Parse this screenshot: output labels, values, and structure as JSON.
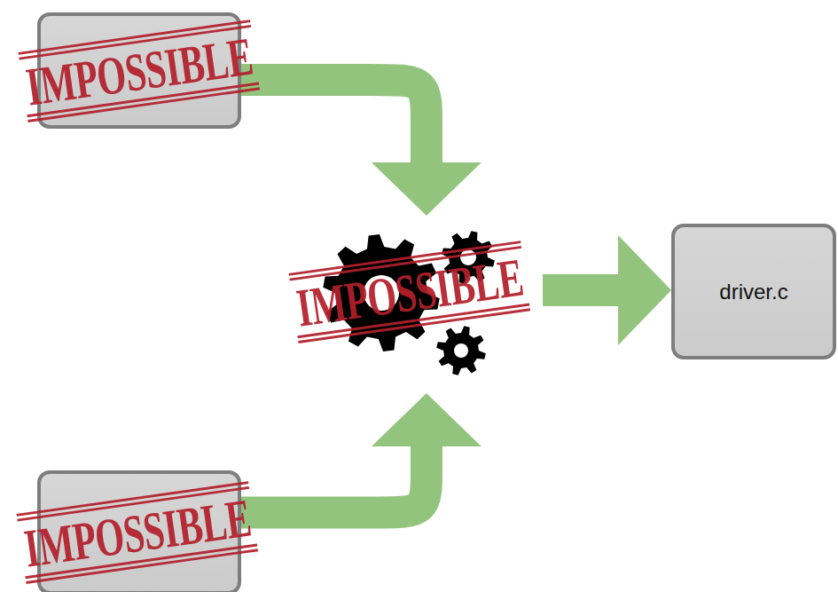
{
  "diagram": {
    "nodes": [
      {
        "text": [
          "IMPOSSIBLE"
        ]
      },
      {
        "text": [
          "IMPOSSIBLE"
        ]
      },
      {
        "text": [
          "driver.c"
        ]
      },
      {
        "text": [
          "IMPOSSIBLE"
        ]
      }
    ],
    "edges": [
      {
        "from": 0,
        "to": 1,
        "arrow": "to"
      },
      {
        "from": 3,
        "to": 1,
        "arrow": "to"
      },
      {
        "from": 1,
        "to": 2,
        "arrow": "to"
      }
    ]
  }
}
